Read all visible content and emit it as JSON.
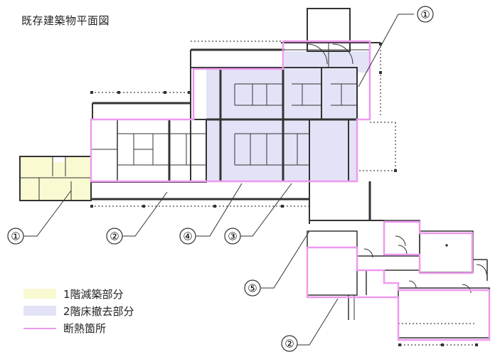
{
  "title": "既存建築物平面図",
  "colors": {
    "reduced_area_fill": "#fafad2",
    "removed_floor_fill": "#e3e3f7",
    "insulation_line": "#ee99ee",
    "wall": "#333333",
    "dotted_boundary": "#444444"
  },
  "legend": [
    {
      "type": "swatch",
      "label": "1階減築部分",
      "color": "#fafad2"
    },
    {
      "type": "swatch",
      "label": "2階床撤去部分",
      "color": "#e3e3f7"
    },
    {
      "type": "line",
      "label": "断熱箇所",
      "color": "#ee99ee"
    }
  ],
  "callouts": [
    {
      "id": "top-right",
      "text": "①"
    },
    {
      "id": "left",
      "text": "①"
    },
    {
      "id": "mid-left",
      "text": "②"
    },
    {
      "id": "mid",
      "text": "④"
    },
    {
      "id": "mid-right",
      "text": "③"
    },
    {
      "id": "lower",
      "text": "⑤"
    },
    {
      "id": "bottom",
      "text": "②"
    }
  ]
}
